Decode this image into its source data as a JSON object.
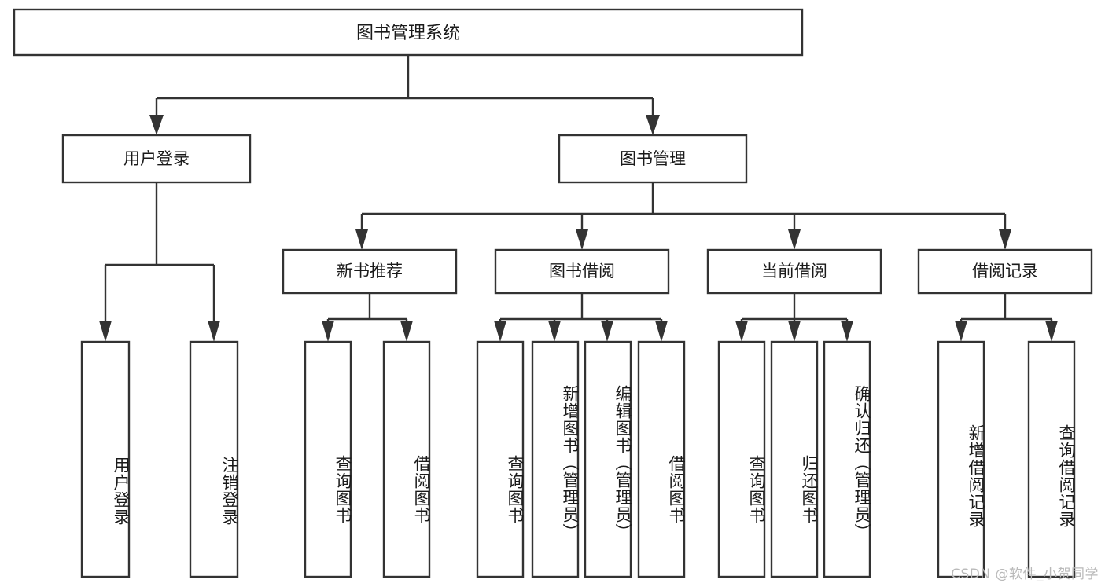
{
  "page": {
    "title": "图书管理系统 功能结构图",
    "background_color": "#ffffff",
    "box_fill": "#ffffff",
    "box_stroke": "#333333",
    "text_color": "#1a1a1a",
    "watermark_color": "#b9b9b9"
  },
  "watermark": {
    "text": "CSDN @软件_小贺同学"
  },
  "chart_data": {
    "type": "diagram",
    "diagram_kind": "tree / functional structure chart",
    "orientation": "top-down",
    "title": "图书管理系统",
    "levels": 3,
    "edge_style": "orthogonal with arrowheads",
    "node_count": 18
  },
  "tree": {
    "root": {
      "id": "root",
      "label": "图书管理系统",
      "orientation": "horizontal"
    },
    "level1": [
      {
        "id": "user-login",
        "label": "用户登录",
        "orientation": "horizontal"
      },
      {
        "id": "book-manage",
        "label": "图书管理",
        "orientation": "horizontal"
      }
    ],
    "level2": [
      {
        "id": "new-book-recommend",
        "label": "新书推荐",
        "orientation": "horizontal",
        "parent": "book-manage"
      },
      {
        "id": "book-borrow",
        "label": "图书借阅",
        "orientation": "horizontal",
        "parent": "book-manage"
      },
      {
        "id": "current-borrow",
        "label": "当前借阅",
        "orientation": "horizontal",
        "parent": "book-manage"
      },
      {
        "id": "borrow-record",
        "label": "借阅记录",
        "orientation": "horizontal",
        "parent": "book-manage"
      }
    ],
    "leaves": [
      {
        "id": "leaf-user-login",
        "label": "用户登录",
        "parent": "user-login"
      },
      {
        "id": "leaf-user-logout",
        "label": "注销登录",
        "parent": "user-login"
      },
      {
        "id": "leaf-query-book-1",
        "label": "查询图书",
        "parent": "new-book-recommend"
      },
      {
        "id": "leaf-borrow-book-1",
        "label": "借阅图书",
        "parent": "new-book-recommend"
      },
      {
        "id": "leaf-query-book-2",
        "label": "查询图书",
        "parent": "book-borrow"
      },
      {
        "id": "leaf-add-book",
        "label": "新增图书（管理员）",
        "parent": "book-borrow"
      },
      {
        "id": "leaf-edit-book",
        "label": "编辑图书（管理员）",
        "parent": "book-borrow"
      },
      {
        "id": "leaf-borrow-book-2",
        "label": "借阅图书",
        "parent": "book-borrow"
      },
      {
        "id": "leaf-query-book-3",
        "label": "查询图书",
        "parent": "current-borrow"
      },
      {
        "id": "leaf-return-book",
        "label": "归还图书",
        "parent": "current-borrow"
      },
      {
        "id": "leaf-confirm-return",
        "label": "确认归还（管理员）",
        "parent": "current-borrow"
      },
      {
        "id": "leaf-add-record",
        "label": "新增借阅记录",
        "parent": "borrow-record"
      },
      {
        "id": "leaf-query-record",
        "label": "查询借阅记录",
        "parent": "borrow-record"
      }
    ]
  }
}
